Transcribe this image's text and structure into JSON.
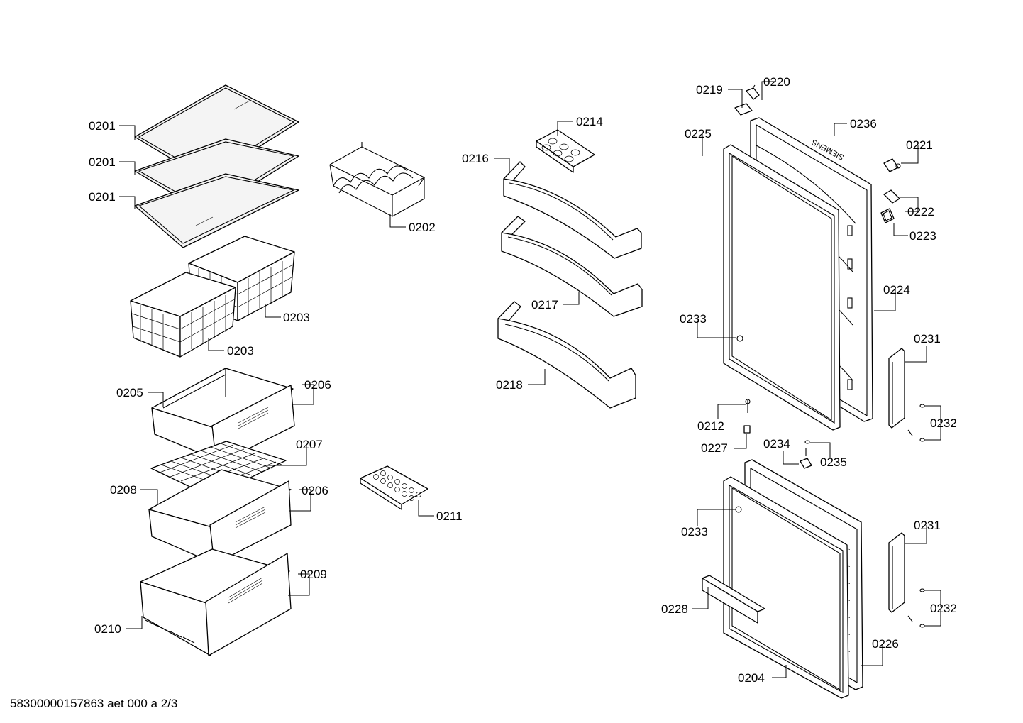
{
  "labels": {
    "l0201a": "0201",
    "l0201b": "0201",
    "l0201c": "0201",
    "l0202": "0202",
    "l0203a": "0203",
    "l0203b": "0203",
    "l0205": "0205",
    "l0206a": "0206",
    "l0207": "0207",
    "l0208": "0208",
    "l0206b": "0206",
    "l0209": "0209",
    "l0210": "0210",
    "l0211": "0211",
    "l0214": "0214",
    "l0216": "0216",
    "l0217": "0217",
    "l0218": "0218",
    "l0219": "0219",
    "l0220": "0220",
    "l0236": "0236",
    "l0225": "0225",
    "l0221": "0221",
    "l0222": "0222",
    "l0223": "0223",
    "l0224": "0224",
    "l0233a": "0233",
    "l0231a": "0231",
    "l0212": "0212",
    "l0232a": "0232",
    "l0227": "0227",
    "l0234": "0234",
    "l0235": "0235",
    "l0233b": "0233",
    "l0231b": "0231",
    "l0228": "0228",
    "l0232b": "0232",
    "l0226": "0226",
    "l0204": "0204"
  },
  "door_brand_text": "SIEMENS",
  "footer_text": "58300000157863 aet 000 a 2/3"
}
